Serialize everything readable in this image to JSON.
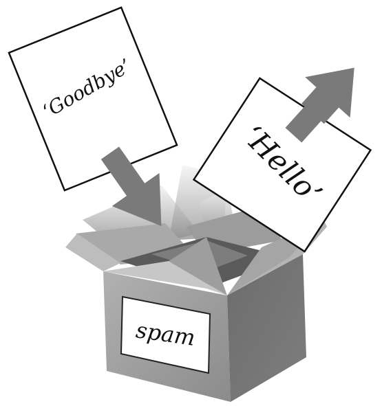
{
  "cards": {
    "goodbye": "‘Goodbye’",
    "hello": "‘Hello’"
  },
  "box": {
    "label": "spam"
  },
  "arrows": {
    "in_icon": "arrow-down-right-icon",
    "out_icon": "arrow-up-right-icon"
  },
  "colors": {
    "card_fill": "#ffffff",
    "card_stroke": "#111111",
    "arrow_fill": "#7a7a7a",
    "box_front": "#8f8f8f",
    "box_side": "#6f6f6f",
    "flap_light": "#cfcfcf",
    "flap_mid": "#a7a7a7",
    "flap_dark": "#8a8a8a"
  }
}
